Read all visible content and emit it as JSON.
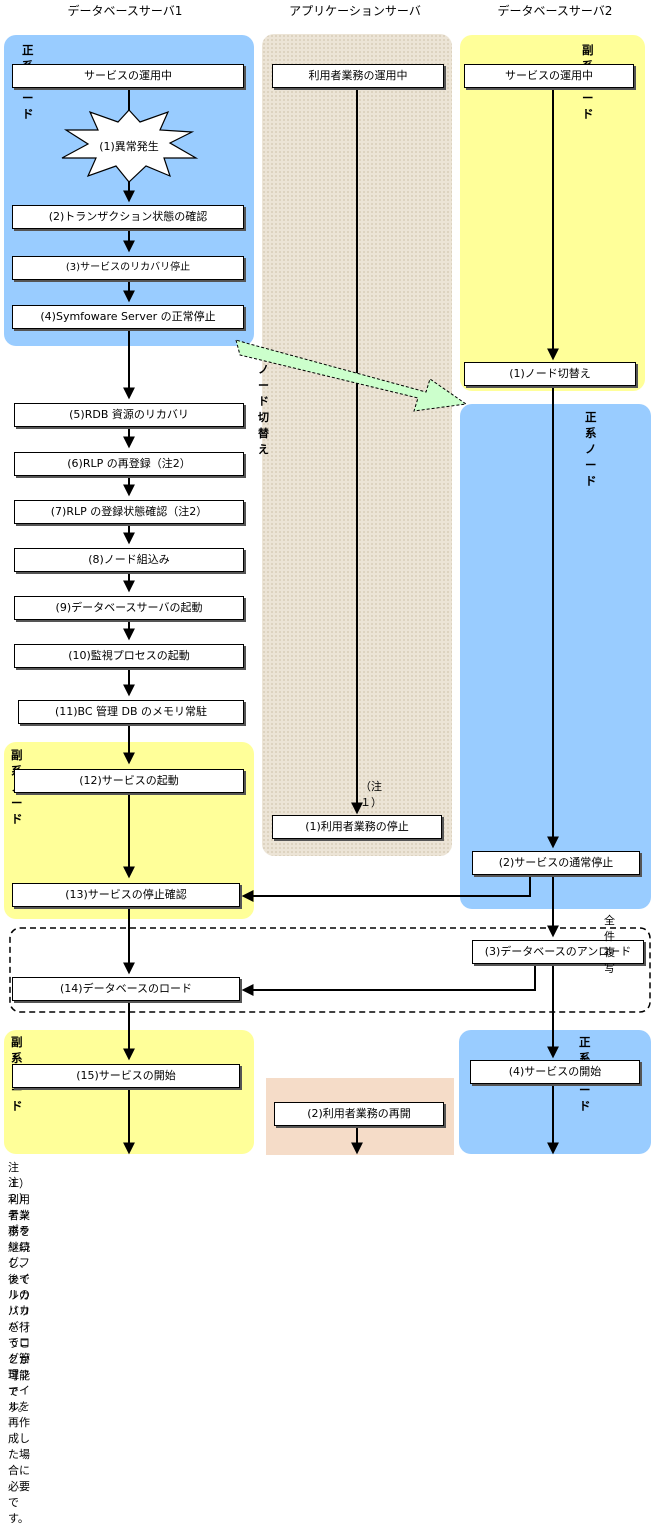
{
  "headers": {
    "db1": "データベースサーバ1",
    "app": "アプリケーションサーバ",
    "db2": "データベースサーバ2"
  },
  "zones": {
    "primary_label": "正系ノード",
    "secondary_label": "副系ノード"
  },
  "db1_steps": [
    "サービスの運用中",
    "(1)異常発生",
    "(2)トランザクション状態の確認",
    "(3)サービスのリカバリ停止",
    "(4)Symfoware Server の正常停止",
    "(5)RDB 資源のリカバリ",
    "(6)RLP の再登録（注2）",
    "(7)RLP の登録状態確認（注2）",
    "(8)ノード組込み",
    "(9)データベースサーバの起動",
    "(10)監視プロセスの起動",
    "(11)BC 管理 DB のメモリ常駐",
    "(12)サービスの起動",
    "(13)サービスの停止確認",
    "(14)データベースのロード",
    "(15)サービスの開始"
  ],
  "app_steps": [
    "利用者業務の運用中",
    "(1)利用者業務の停止",
    "(2)利用者業務の再開"
  ],
  "db2_steps": [
    "サービスの運用中",
    "(1)ノード切替え",
    "(2)サービスの通常停止",
    "(3)データベースのアンロード",
    "(4)サービスの開始"
  ],
  "labels": {
    "switch_arrow": "ノード切替え",
    "full_copy": "全件複写",
    "app_note": "（注１）"
  },
  "footnotes": [
    "注１）利用者業務を継続し、後でリカバリを行うことが可能です。",
    "注２）テンポラリログファイルのリカバリでログ管理ファイルを再作成した場合に必要です。"
  ]
}
